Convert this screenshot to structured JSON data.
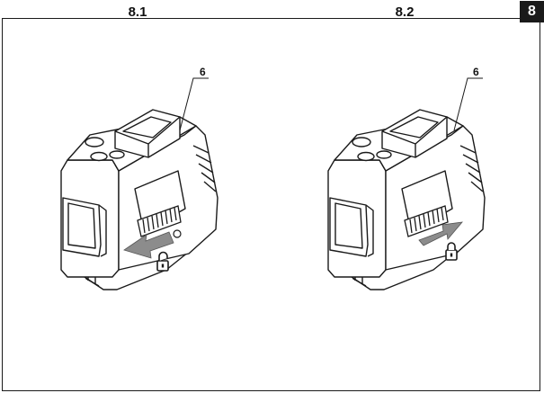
{
  "page_number": "8",
  "figures": [
    {
      "id": "8.1",
      "title": "8.1",
      "callout": "6",
      "action": "unlock"
    },
    {
      "id": "8.2",
      "title": "8.2",
      "callout": "6",
      "action": "lock"
    }
  ],
  "colors": {
    "line": "#1a1a1a",
    "arrow": "#8c8c8c",
    "tab": "#1a1a1a"
  },
  "icons": [
    "unlocked-padlock-icon",
    "locked-padlock-icon",
    "arrow-left-icon",
    "arrow-right-icon"
  ]
}
